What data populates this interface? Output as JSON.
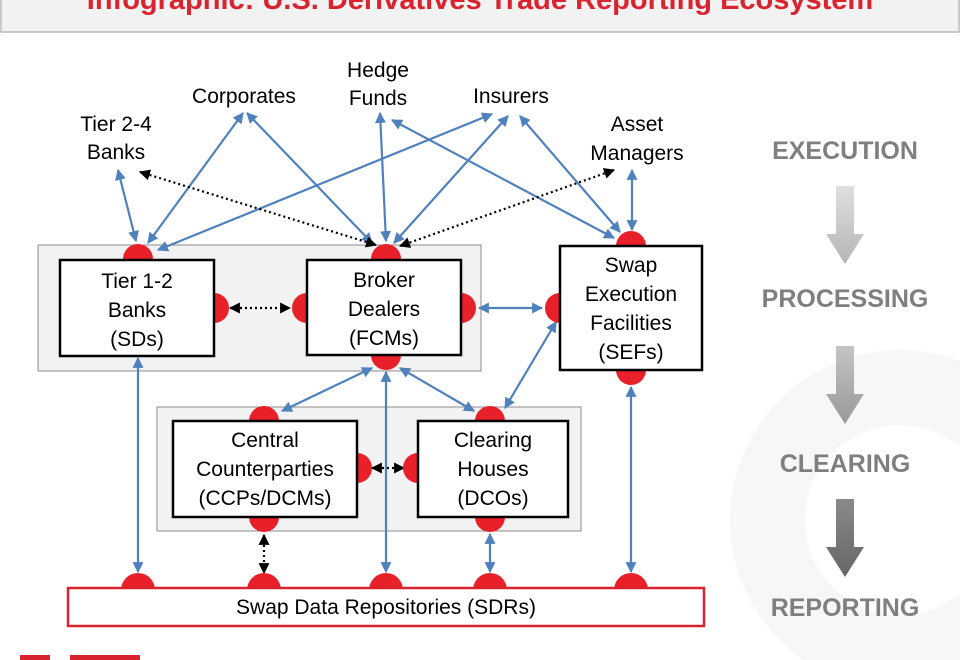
{
  "title": "Infographic:  U.S. Derivatives Trade Reporting Ecosystem",
  "participants": {
    "tier24": [
      "Tier 2-4",
      "Banks"
    ],
    "corporates": [
      "Corporates"
    ],
    "hedge_funds": [
      "Hedge",
      "Funds"
    ],
    "insurers": [
      "Insurers"
    ],
    "asset_managers": [
      "Asset",
      "Managers"
    ]
  },
  "entities": {
    "tier12": [
      "Tier 1-2",
      "Banks",
      "(SDs)"
    ],
    "broker": [
      "Broker",
      "Dealers",
      "(FCMs)"
    ],
    "sef": [
      "Swap",
      "Execution",
      "Facilities",
      "(SEFs)"
    ],
    "ccp": [
      "Central",
      "Counterparties",
      "(CCPs/DCMs)"
    ],
    "dco": [
      "Clearing",
      "Houses",
      "(DCOs)"
    ],
    "sdr": "Swap Data Repositories (SDRs)"
  },
  "stages": [
    "EXECUTION",
    "PROCESSING",
    "CLEARING",
    "REPORTING"
  ],
  "colors": {
    "accent": "#e8202a",
    "link": "#4f81bd",
    "stage": "#7f7f7f"
  }
}
